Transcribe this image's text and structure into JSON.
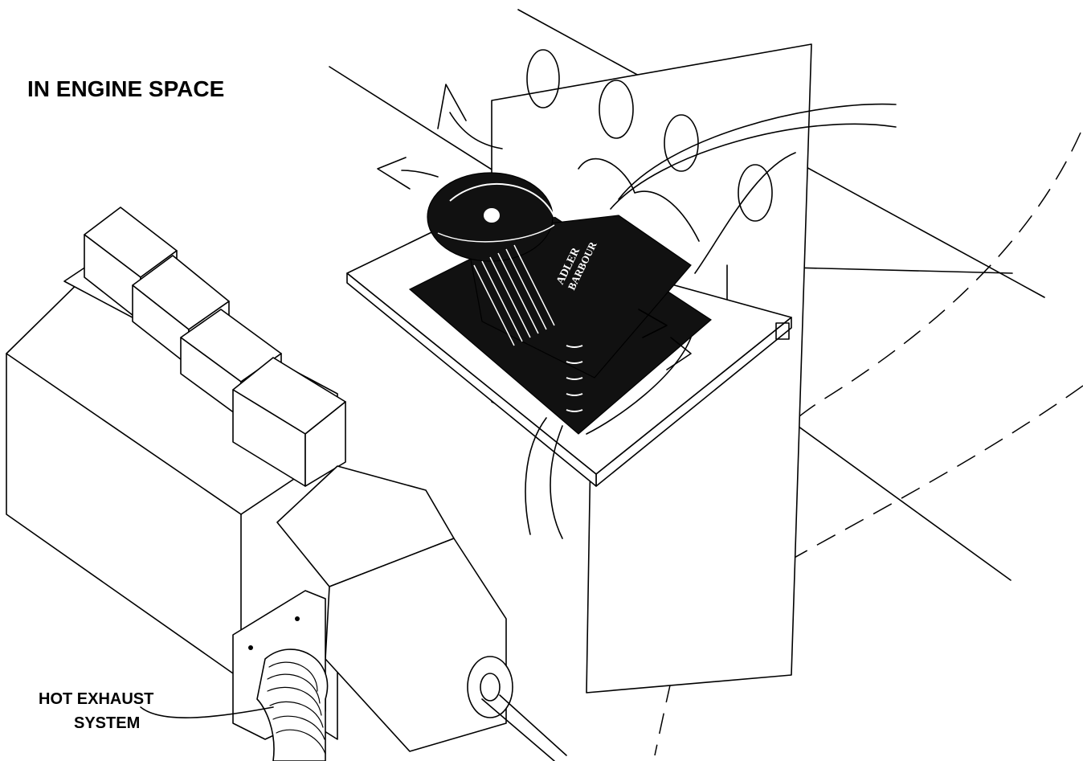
{
  "labels": {
    "title": "IN ENGINE SPACE",
    "exhaust_line1": "HOT EXHAUST",
    "exhaust_line2": "SYSTEM",
    "brand_line1": "ADLER",
    "brand_line2": "BARBOUR"
  }
}
